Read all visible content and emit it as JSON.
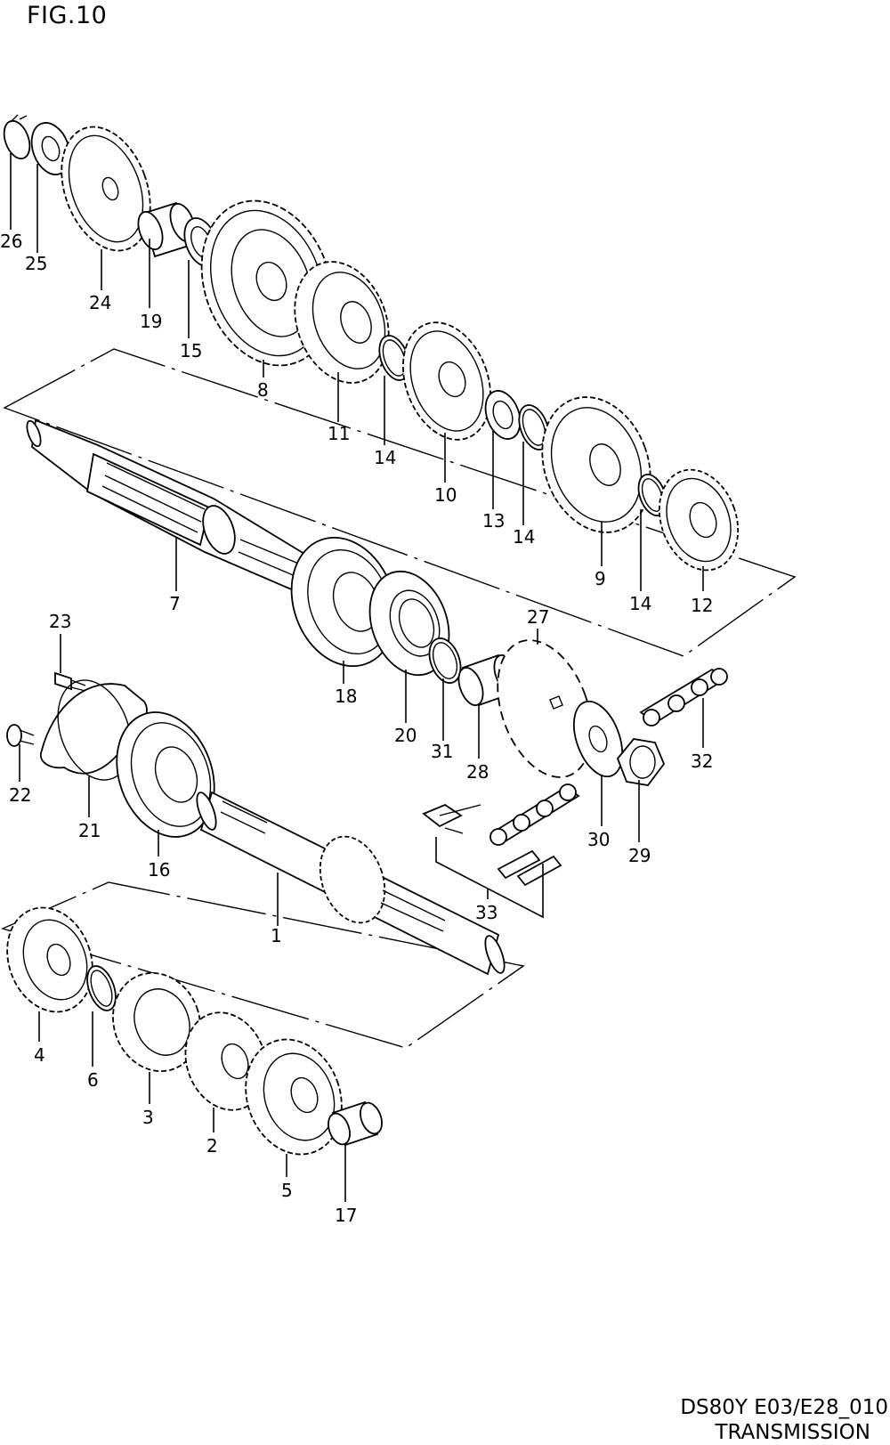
{
  "header": {
    "figure": "FIG.10"
  },
  "footer": {
    "code": "DS80Y E03/E28_010",
    "name": "TRANSMISSION"
  },
  "callouts": [
    {
      "id": "26",
      "text": "26"
    },
    {
      "id": "25",
      "text": "25"
    },
    {
      "id": "24",
      "text": "24"
    },
    {
      "id": "19",
      "text": "19"
    },
    {
      "id": "15",
      "text": "15"
    },
    {
      "id": "8",
      "text": "8"
    },
    {
      "id": "11",
      "text": "11"
    },
    {
      "id": "14a",
      "text": "14"
    },
    {
      "id": "10",
      "text": "10"
    },
    {
      "id": "13",
      "text": "13"
    },
    {
      "id": "14b",
      "text": "14"
    },
    {
      "id": "9",
      "text": "9"
    },
    {
      "id": "14c",
      "text": "14"
    },
    {
      "id": "12",
      "text": "12"
    },
    {
      "id": "7",
      "text": "7"
    },
    {
      "id": "23",
      "text": "23"
    },
    {
      "id": "22",
      "text": "22"
    },
    {
      "id": "21",
      "text": "21"
    },
    {
      "id": "16",
      "text": "16"
    },
    {
      "id": "18",
      "text": "18"
    },
    {
      "id": "20",
      "text": "20"
    },
    {
      "id": "31",
      "text": "31"
    },
    {
      "id": "28",
      "text": "28"
    },
    {
      "id": "27",
      "text": "27"
    },
    {
      "id": "32",
      "text": "32"
    },
    {
      "id": "30",
      "text": "30"
    },
    {
      "id": "29",
      "text": "29"
    },
    {
      "id": "33",
      "text": "33"
    },
    {
      "id": "1",
      "text": "1"
    },
    {
      "id": "4",
      "text": "4"
    },
    {
      "id": "6",
      "text": "6"
    },
    {
      "id": "3",
      "text": "3"
    },
    {
      "id": "2",
      "text": "2"
    },
    {
      "id": "5",
      "text": "5"
    },
    {
      "id": "17",
      "text": "17"
    }
  ]
}
